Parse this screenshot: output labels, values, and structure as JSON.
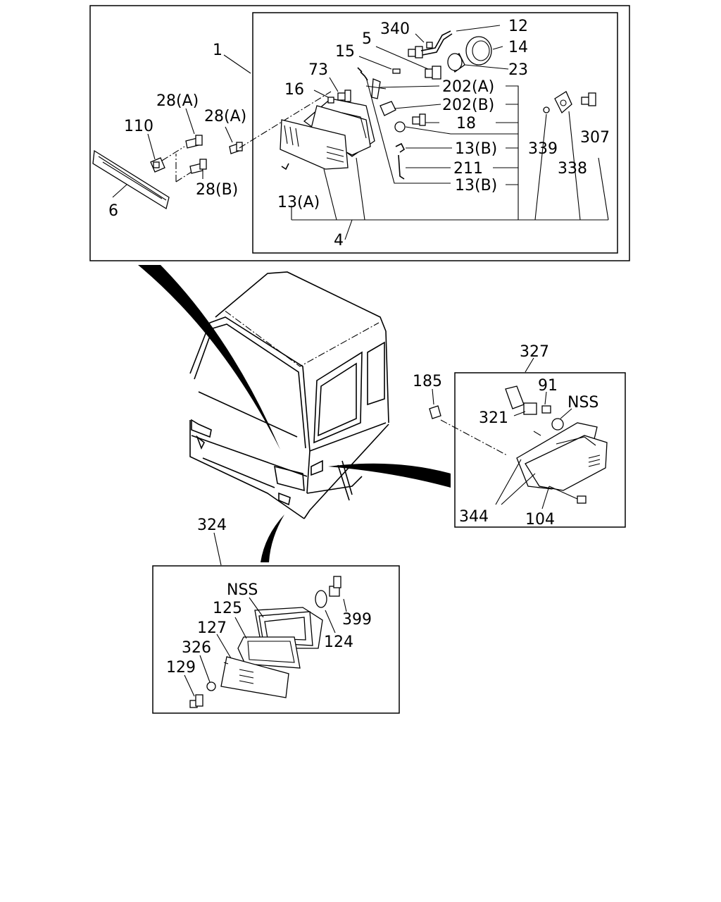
{
  "callouts": {
    "c1": "1",
    "c340": "340",
    "c12": "12",
    "c5": "5",
    "c14": "14",
    "c15": "15",
    "c23": "23",
    "c73": "73",
    "c202a": "202(A)",
    "c16": "16",
    "c202b": "202(B)",
    "c28a_1": "28(A)",
    "c28a_2": "28(A)",
    "c18": "18",
    "c110": "110",
    "c307": "307",
    "c13b_1": "13(B)",
    "c339": "339",
    "c211": "211",
    "c28b": "28(B)",
    "c13b_2": "13(B)",
    "c338": "338",
    "c6": "6",
    "c13a": "13(A)",
    "c4": "4",
    "c327": "327",
    "c185": "185",
    "c91": "91",
    "c321": "321",
    "c nss1": "NSS",
    "c344": "344",
    "c104": "104",
    "c324": "324",
    "cnss2": "NSS",
    "c125": "125",
    "c127": "127",
    "c399": "399",
    "c326": "326",
    "c124": "124",
    "c129": "129"
  }
}
